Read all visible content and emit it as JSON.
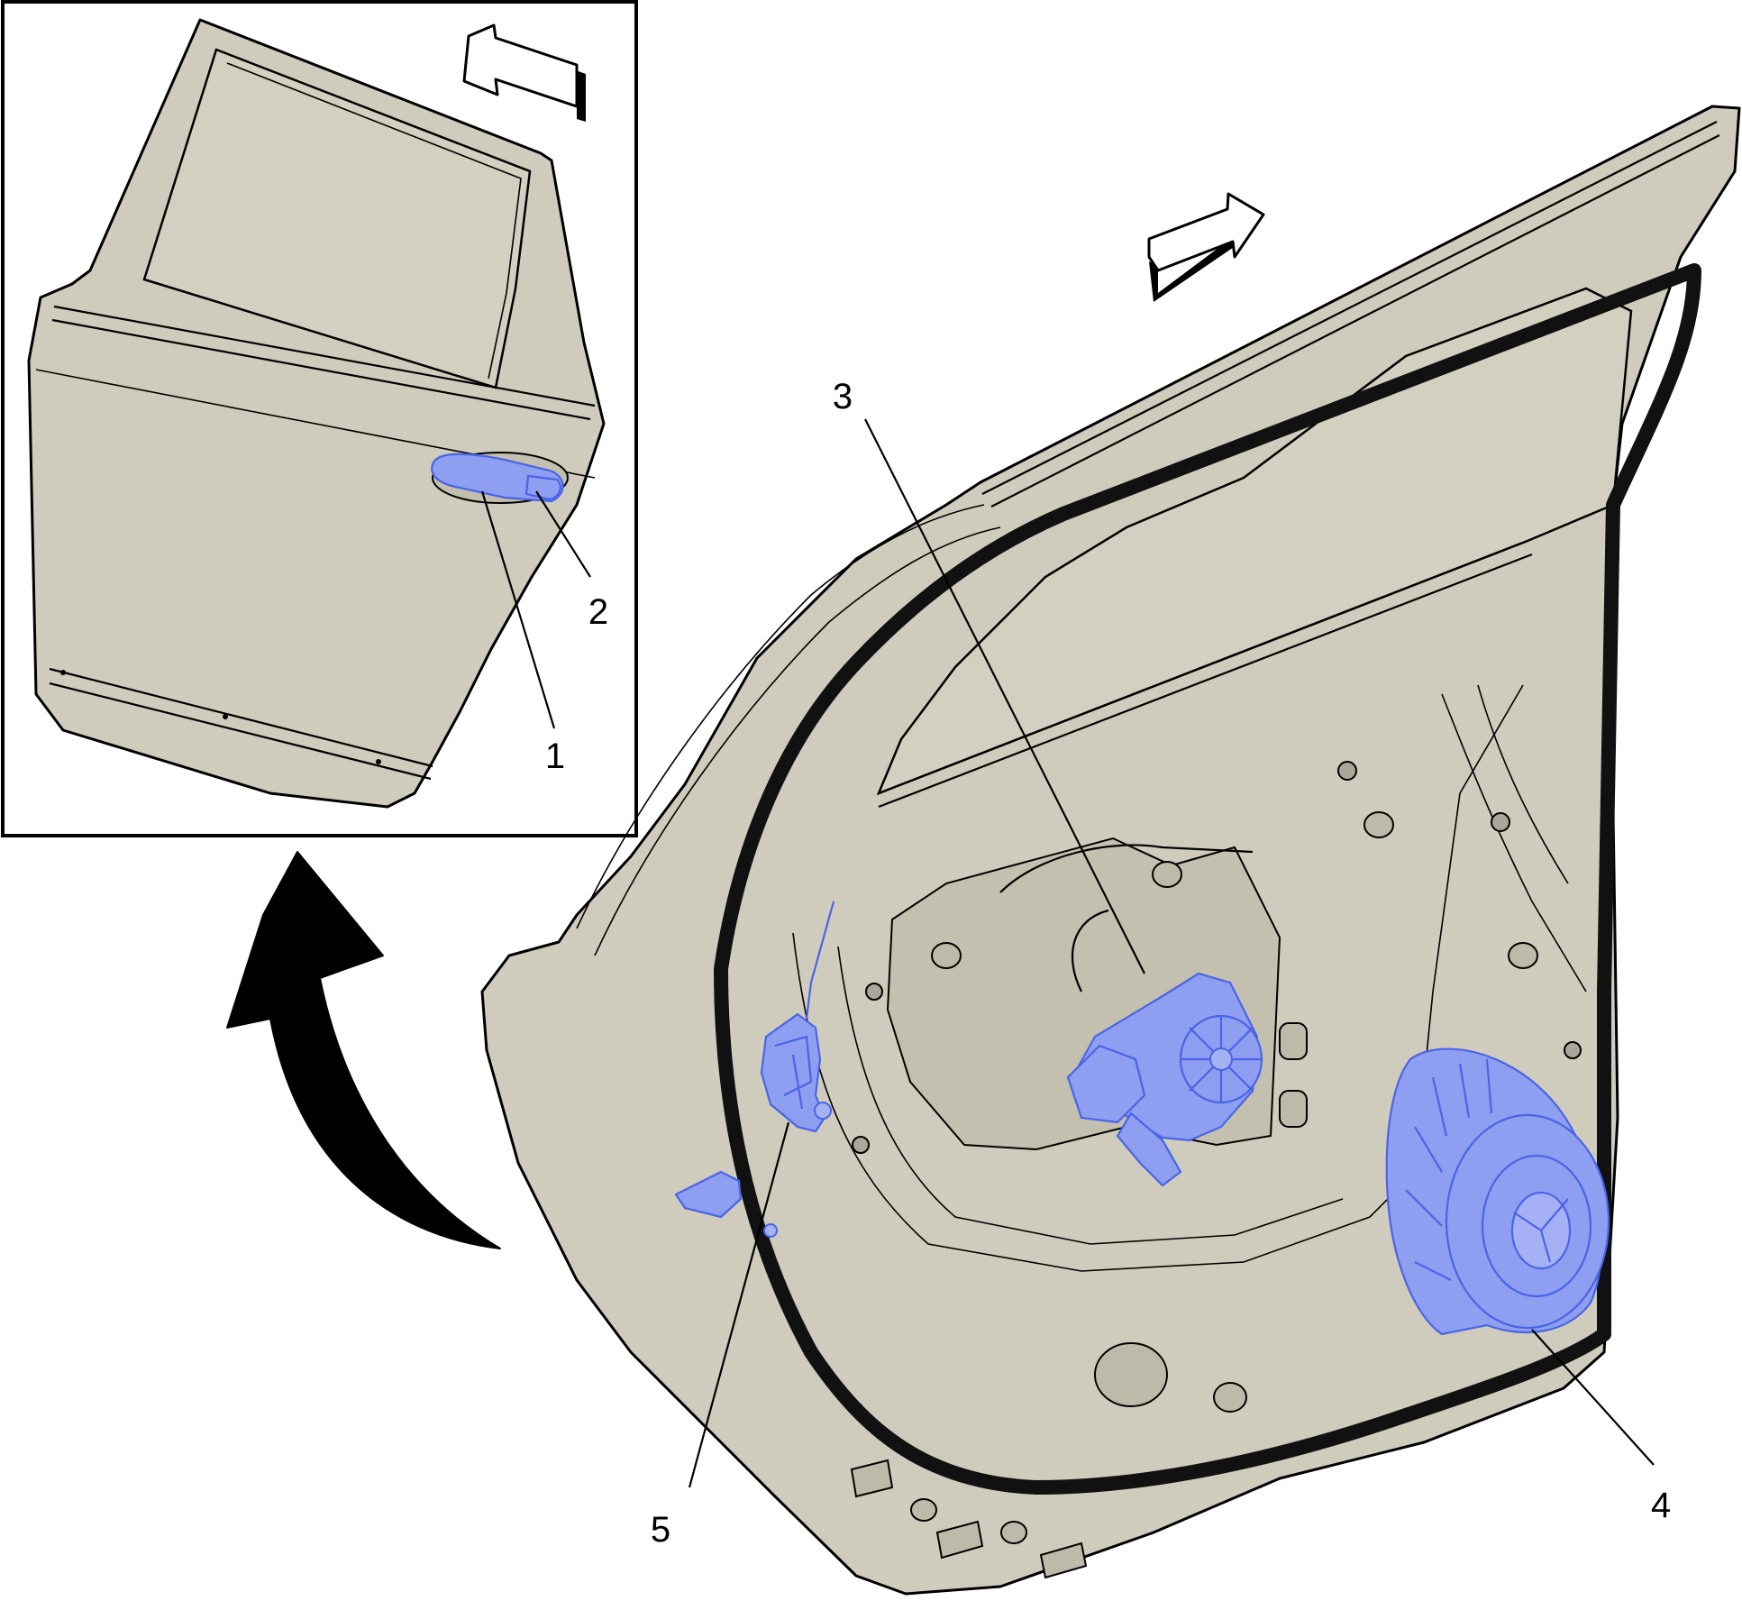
{
  "callouts": [
    {
      "id": "1",
      "label": "1"
    },
    {
      "id": "2",
      "label": "2"
    },
    {
      "id": "3",
      "label": "3"
    },
    {
      "id": "4",
      "label": "4"
    },
    {
      "id": "5",
      "label": "5"
    }
  ],
  "colors": {
    "door_panel": "#cfccbd",
    "highlight_part": "#8e9ef0",
    "highlight_outline": "#4a64e6",
    "outline": "#000000",
    "background": "#ffffff"
  },
  "icons": {
    "inset_view_arrow": "front-direction-arrow-icon",
    "main_view_arrow": "front-direction-arrow-icon",
    "transition_arrow": "curved-arrow-icon"
  }
}
